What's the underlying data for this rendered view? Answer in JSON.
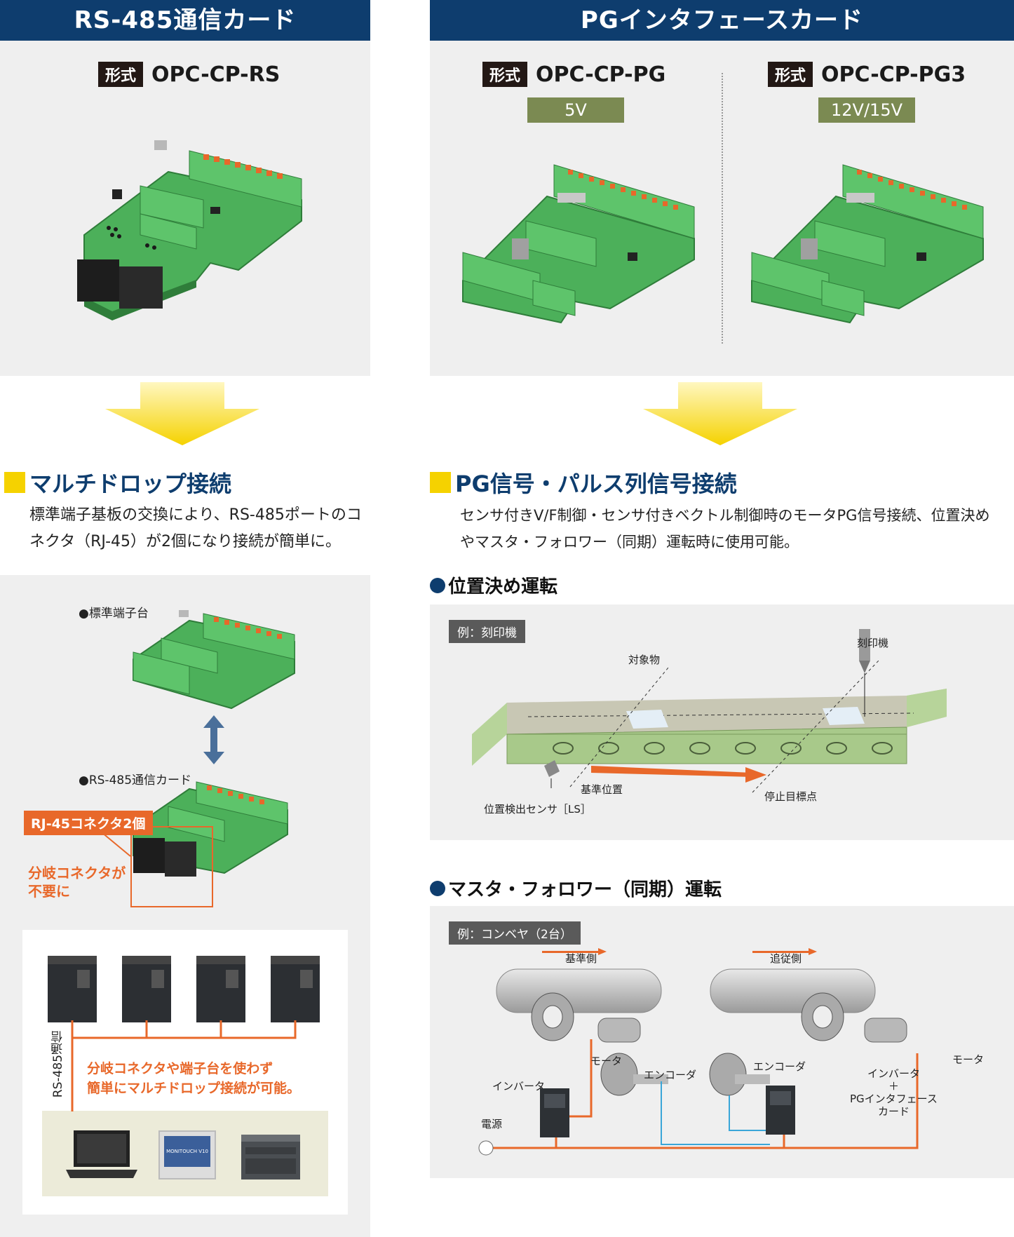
{
  "left": {
    "header": "RS-485通信カード",
    "model_tag": "形式",
    "model": "OPC-CP-RS",
    "section_title": "マルチドロップ接続",
    "body_lines": [
      "標準端子基板の交換により、RS-485ポートのコ",
      "ネクタ（RJ-45）が2個になり接続が簡単に。"
    ],
    "diagram": {
      "label_standard": "●標準端子台",
      "label_rs485": "●RS-485通信カード",
      "callout_rj45": "RJ-45コネクタ2個",
      "callout_branch_1": "分岐コネクタが",
      "callout_branch_2": "不要に",
      "comm_label": "RS-485通信",
      "note_1": "分岐コネクタや端子台を使わず",
      "note_2": "簡単にマルチドロップ接続が可能。",
      "hmi_text": "MONITOUCH V10"
    }
  },
  "right": {
    "header": "PGインタフェースカード",
    "model_tag": "形式",
    "model_a": "OPC-CP-PG",
    "volt_a": "5V",
    "model_b": "OPC-CP-PG3",
    "volt_b": "12V/15V",
    "section_title": "PG信号・パルス列信号接続",
    "body_lines": [
      "センサ付きV/F制御・センサ付きベクトル制御時のモータPG信号接続、位置決め",
      "やマスタ・フォロワー（同期）運転時に使用可能。"
    ],
    "positioning": {
      "title": "位置決め運転",
      "example": "例：刻印機",
      "label_stamp": "刻印機",
      "label_object": "対象物",
      "label_ref": "基準位置",
      "label_stop": "停止目標点",
      "label_sensor": "位置検出センサ［LS］"
    },
    "sync": {
      "title": "マスタ・フォロワー（同期）運転",
      "example": "例：コンベヤ（2台）",
      "label_master": "基準側",
      "label_follower": "追従側",
      "label_motor_1": "モータ",
      "label_motor_2": "モータ",
      "label_encoder_1": "エンコーダ",
      "label_encoder_2": "エンコーダ",
      "label_inverter": "インバータ",
      "label_inv_pg_1": "インバータ",
      "label_inv_pg_2": "＋",
      "label_inv_pg_3": "PGインタフェース",
      "label_inv_pg_4": "カード",
      "label_power": "電源"
    }
  },
  "colors": {
    "navy": "#0e3d6e",
    "yellow": "#f5d200",
    "olive": "#7b8a52",
    "orange": "#e8682a",
    "pcb": "#4cb05a",
    "blue_wire": "#3aa6d8"
  }
}
